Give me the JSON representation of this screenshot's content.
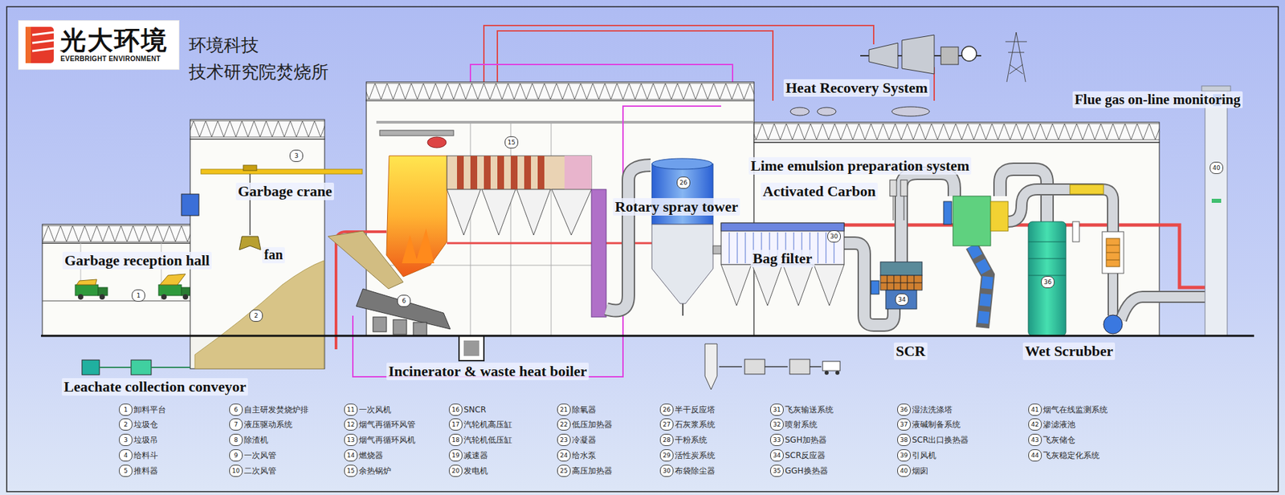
{
  "diagram": {
    "nodes": [
      {
        "text": [
          "光大环境",
          "EVERBRIGHT ENVIRONMENT"
        ]
      }
    ],
    "labels": [
      "环境科技",
      "技术研究院焚烧所",
      "Heat Recovery System",
      "Flue gas on-line monitoring",
      "Garbage crane",
      "Lime emulsion preparation system",
      "Activated Carbon",
      "Rotary spray tower",
      "Garbage reception hall",
      "fan",
      "Bag filter",
      "SCR",
      "Wet Scrubber",
      "Incinerator & waste heat boiler",
      "Leachate collection conveyor",
      "1",
      "2",
      "3",
      "6",
      "15",
      "26",
      "30",
      "34",
      "36",
      "40",
      "1",
      "卸料平台",
      "2",
      "垃圾仓",
      "3",
      "垃圾吊",
      "4",
      "给料斗",
      "5",
      "推料器",
      "6",
      "自主研发焚烧炉排",
      "7",
      "液压驱动系统",
      "8",
      "除渣机",
      "9",
      "一次风管",
      "10",
      "二次风管",
      "11",
      "一次风机",
      "12",
      "烟气再循环风管",
      "13",
      "烟气再循环风机",
      "14",
      "燃烧器",
      "15",
      "余热锅炉",
      "16",
      "SNCR",
      "17",
      "汽轮机高压缸",
      "18",
      "汽轮机低压缸",
      "19",
      "减速器",
      "20",
      "发电机",
      "21",
      "除氧器",
      "22",
      "低压加热器",
      "23",
      "冷凝器",
      "24",
      "给水泵",
      "25",
      "高压加热器",
      "26",
      "半干反应塔",
      "27",
      "石灰浆系统",
      "28",
      "干粉系统",
      "29",
      "活性炭系统",
      "30",
      "布袋除尘器",
      "31",
      "飞灰输送系统",
      "32",
      "喷射系统",
      "33",
      "SGH加热器",
      "34",
      "SCR反应器",
      "35",
      "GGH换热器",
      "36",
      "湿法洗涤塔",
      "37",
      "液碱制备系统",
      "38",
      "SCR出口换热器",
      "39",
      "引风机",
      "40",
      "烟囱",
      "41",
      "烟气在线监测系统",
      "42",
      "渗滤液池",
      "43",
      "飞灰储仓",
      "44",
      "飞灰稳定化系统"
    ]
  }
}
